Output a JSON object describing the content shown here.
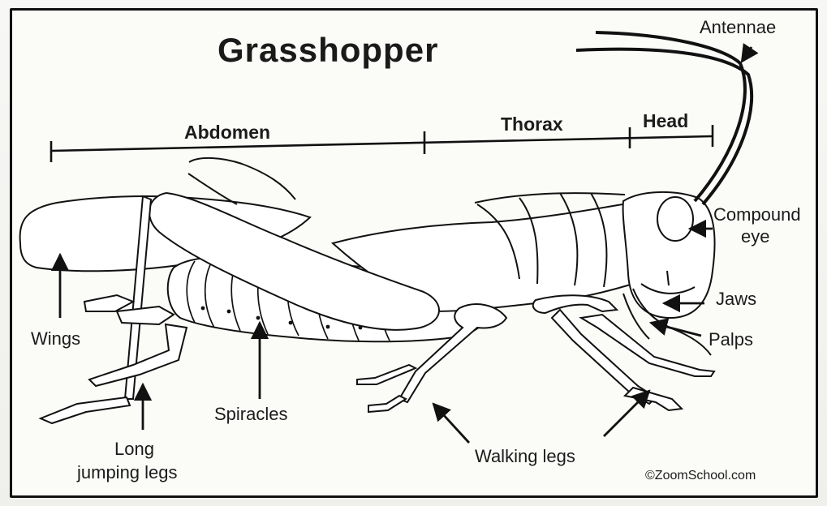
{
  "title": "Grasshopper",
  "segments": {
    "abdomen": "Abdomen",
    "thorax": "Thorax",
    "head": "Head"
  },
  "labels": {
    "antennae": "Antennae",
    "compound_eye_line1": "Compound",
    "compound_eye_line2": "eye",
    "jaws": "Jaws",
    "palps": "Palps",
    "wings": "Wings",
    "spiracles": "Spiracles",
    "long_jumping_legs_line1": "Long",
    "long_jumping_legs_line2": "jumping legs",
    "walking_legs": "Walking legs"
  },
  "credit": "©ZoomSchool.com",
  "colors": {
    "ink": "#1a1a1a",
    "paper": "#fbfbf8"
  }
}
